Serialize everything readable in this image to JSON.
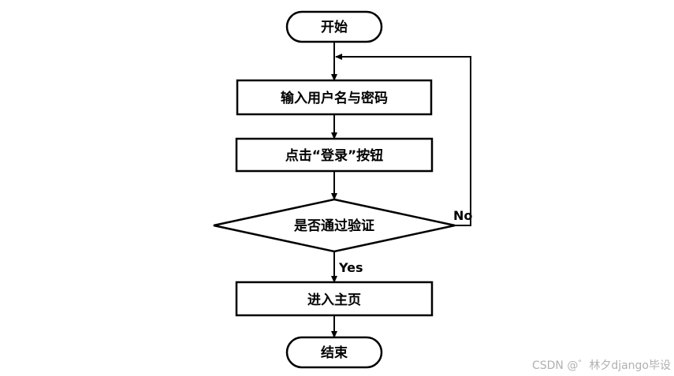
{
  "nodes": {
    "start": "开始",
    "input": "输入用户名与密码",
    "click_login": "点击“登录”按钮",
    "decision": "是否通过验证",
    "enter_home": "进入主页",
    "end": "结束"
  },
  "edges": {
    "yes": "Yes",
    "no": "No"
  },
  "watermark": "CSDN @゛林夕django毕设"
}
